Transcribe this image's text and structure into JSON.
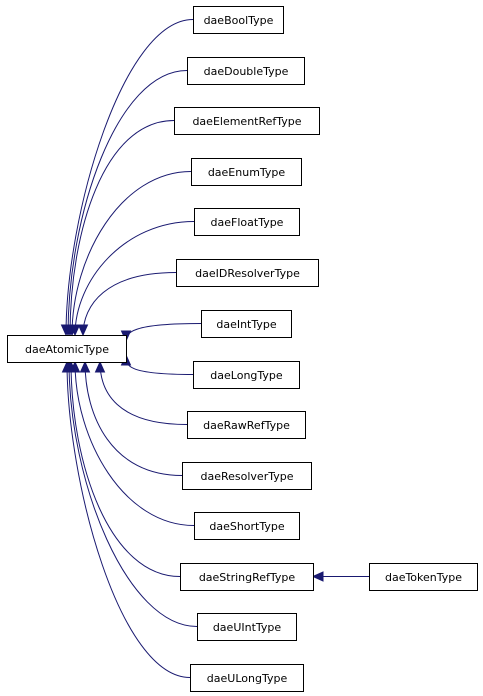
{
  "diagram": {
    "colors": {
      "edge": "#191970",
      "box_border": "#000000",
      "background": "#ffffff"
    },
    "base": {
      "label": "daeAtomicType"
    },
    "derived": [
      {
        "label": "daeBoolType"
      },
      {
        "label": "daeDoubleType"
      },
      {
        "label": "daeElementRefType"
      },
      {
        "label": "daeEnumType"
      },
      {
        "label": "daeFloatType"
      },
      {
        "label": "daeIDResolverType"
      },
      {
        "label": "daeIntType"
      },
      {
        "label": "daeLongType"
      },
      {
        "label": "daeRawRefType"
      },
      {
        "label": "daeResolverType"
      },
      {
        "label": "daeShortType"
      },
      {
        "label": "daeStringRefType"
      },
      {
        "label": "daeUIntType"
      },
      {
        "label": "daeULongType"
      }
    ],
    "second_level": {
      "label": "daeTokenType",
      "parent": "daeStringRefType"
    }
  }
}
